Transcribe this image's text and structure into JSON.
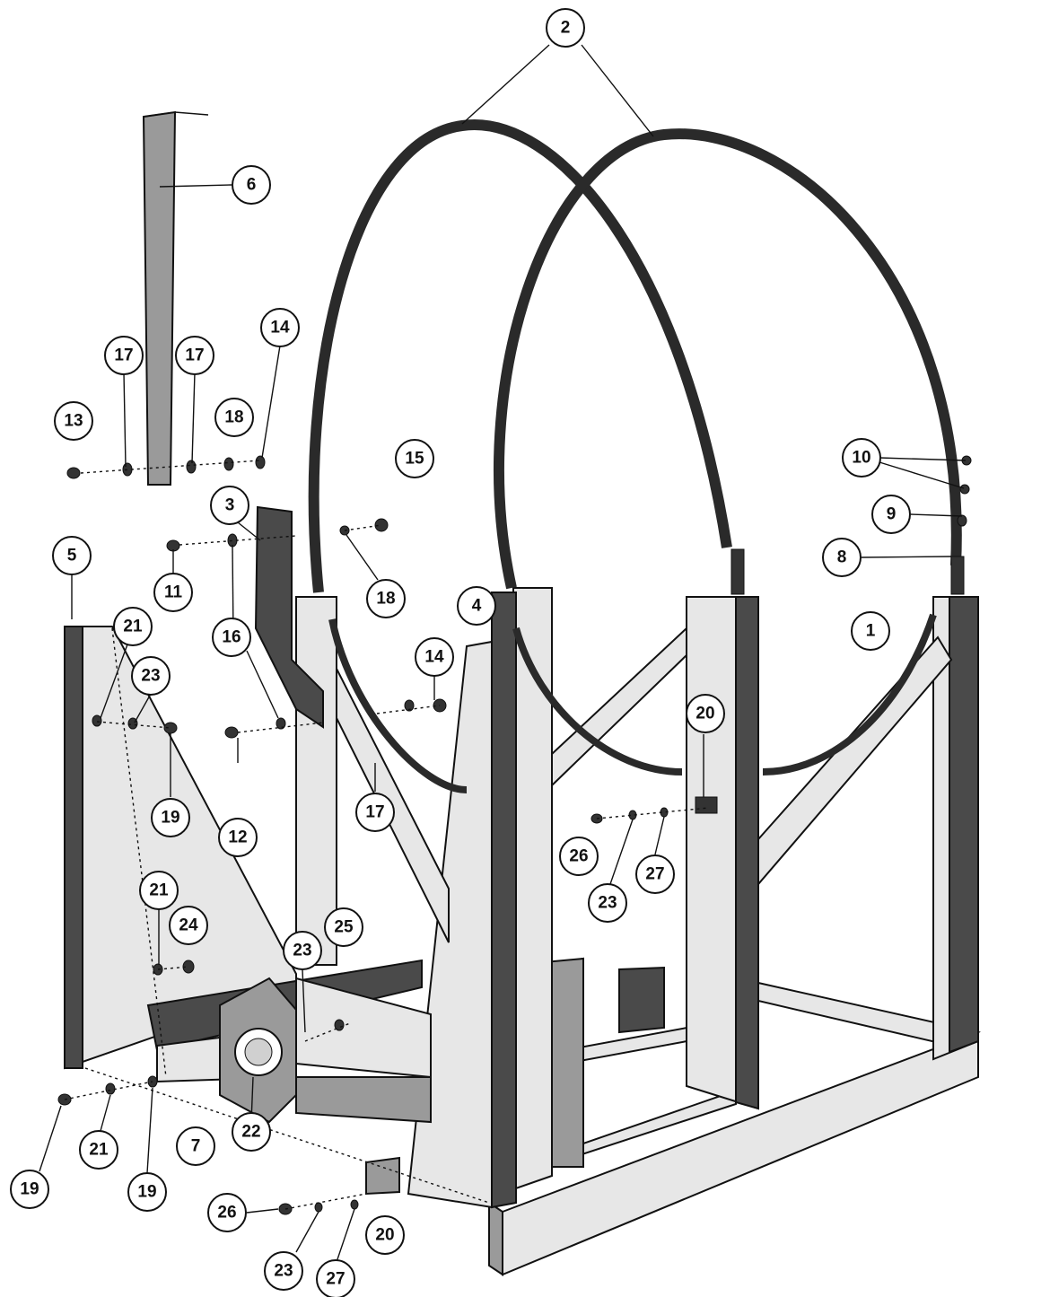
{
  "diagram": {
    "callouts": [
      {
        "id": "c2",
        "label": "2"
      },
      {
        "id": "c6",
        "label": "6"
      },
      {
        "id": "c17a",
        "label": "17"
      },
      {
        "id": "c17b",
        "label": "17"
      },
      {
        "id": "c14a",
        "label": "14"
      },
      {
        "id": "c13",
        "label": "13"
      },
      {
        "id": "c18a",
        "label": "18"
      },
      {
        "id": "c15",
        "label": "15"
      },
      {
        "id": "c10",
        "label": "10"
      },
      {
        "id": "c9",
        "label": "9"
      },
      {
        "id": "c3",
        "label": "3"
      },
      {
        "id": "c8",
        "label": "8"
      },
      {
        "id": "c5",
        "label": "5"
      },
      {
        "id": "c11",
        "label": "11"
      },
      {
        "id": "c18b",
        "label": "18"
      },
      {
        "id": "c4",
        "label": "4"
      },
      {
        "id": "c1",
        "label": "1"
      },
      {
        "id": "c21a",
        "label": "21"
      },
      {
        "id": "c16",
        "label": "16"
      },
      {
        "id": "c14b",
        "label": "14"
      },
      {
        "id": "c23a",
        "label": "23"
      },
      {
        "id": "c20a",
        "label": "20"
      },
      {
        "id": "c19a",
        "label": "19"
      },
      {
        "id": "c17c",
        "label": "17"
      },
      {
        "id": "c12",
        "label": "12"
      },
      {
        "id": "c26a",
        "label": "26"
      },
      {
        "id": "c27a",
        "label": "27"
      },
      {
        "id": "c23b",
        "label": "23"
      },
      {
        "id": "c21b",
        "label": "21"
      },
      {
        "id": "c24",
        "label": "24"
      },
      {
        "id": "c25",
        "label": "25"
      },
      {
        "id": "c23c",
        "label": "23"
      },
      {
        "id": "c22",
        "label": "22"
      },
      {
        "id": "c21c",
        "label": "21"
      },
      {
        "id": "c7",
        "label": "7"
      },
      {
        "id": "c19b",
        "label": "19"
      },
      {
        "id": "c19c",
        "label": "19"
      },
      {
        "id": "c26b",
        "label": "26"
      },
      {
        "id": "c20b",
        "label": "20"
      },
      {
        "id": "c23d",
        "label": "23"
      },
      {
        "id": "c27b",
        "label": "27"
      }
    ]
  }
}
